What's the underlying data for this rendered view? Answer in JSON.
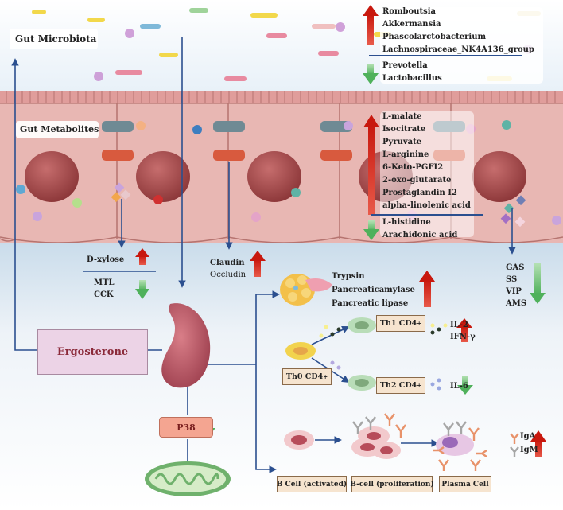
{
  "labels": {
    "gut_microbiota": "Gut Microbiota",
    "gut_metabolites": "Gut Metabolites",
    "ergosterone": "Ergosterone",
    "p38": "P38"
  },
  "microbiota_up": [
    "Romboutsia",
    "Akkermansia",
    "Phascolarctobacterium",
    "Lachnospiraceae_NK4A136_group"
  ],
  "microbiota_down": [
    "Prevotella",
    "Lactobacillus"
  ],
  "metabolites_up": [
    "L-malate",
    "Isocitrate",
    "Pyruvate",
    "L-arginine",
    "6-Keto-PGFI2",
    "2-oxo-glutarate",
    "Prostaglandin I2",
    "alpha-linolenic acid"
  ],
  "metabolites_down": [
    "L-histidine",
    "Arachidonic acid"
  ],
  "intestine": {
    "d_xylose": "D-xylose",
    "mtl": "MTL",
    "cck": "CCK",
    "claudin": "Claudin",
    "occludin": "Occludin"
  },
  "hormones": [
    "GAS",
    "SS",
    "VIP",
    "AMS"
  ],
  "pancreas_enzymes": [
    "Trypsin",
    "Pancreaticamylase",
    "Pancreatic lipase"
  ],
  "t_cells": {
    "th0": "Th0 CD4",
    "th1": "Th1 CD4",
    "th2": "Th2 CD4",
    "sup": "+",
    "il2": "IL-2",
    "ifn": "IFN-γ",
    "il6": "IL-6"
  },
  "b_cells": {
    "activated": "B Cell (activated)",
    "proliferation": "B-cell (proliferation)",
    "plasma": "Plasma Cell"
  },
  "immunoglobulins": [
    "IgA",
    "IgM"
  ],
  "colors": {
    "up_arrow": "#d42a1e",
    "down_arrow": "#6cc07a",
    "line": "#2b4f8f",
    "epithelium": "#e8b7b3",
    "ergosterone_box": "#ecd3e6"
  },
  "icons": [
    "red-up-arrow-icon",
    "green-down-arrow-icon",
    "spleen-icon",
    "mitochondrion-icon",
    "pancreas-icon",
    "antibody-icon"
  ]
}
